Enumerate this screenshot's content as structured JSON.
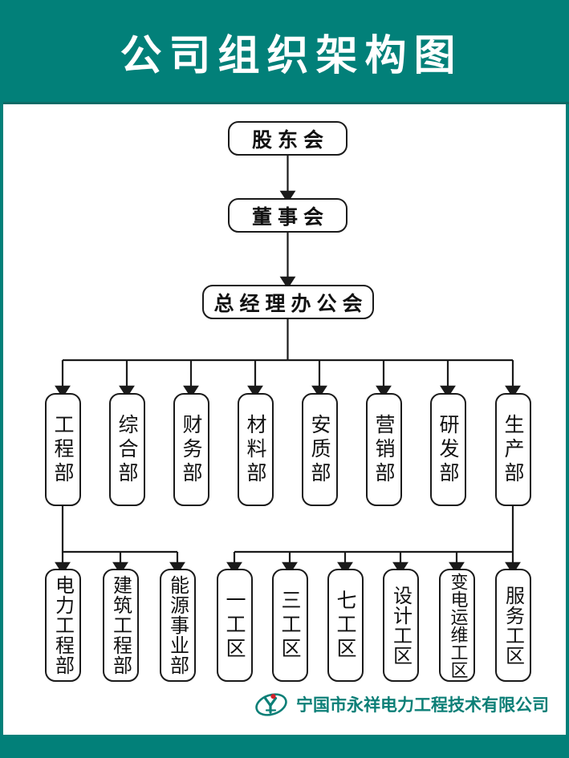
{
  "header": {
    "title": "公司组织架构图",
    "band_color": "#028079",
    "title_color": "#ffffff"
  },
  "footer": {
    "company_name": "宁国市永祥电力工程技术有限公司",
    "brand_color": "#0c7f77",
    "accent_dot_color": "#d3202a",
    "band_color": "#028079",
    "logo_icon": "yx-monogram-ellipse-logo"
  },
  "chart_data": {
    "type": "diagram",
    "title": "公司组织架构图",
    "orientation": "top-down",
    "levels": [
      {
        "level": 1,
        "nodes": [
          {
            "id": "shareholders",
            "label": "股东会",
            "orient": "horizontal"
          }
        ]
      },
      {
        "level": 2,
        "nodes": [
          {
            "id": "board",
            "label": "董事会",
            "orient": "horizontal"
          }
        ]
      },
      {
        "level": 3,
        "nodes": [
          {
            "id": "gm-office",
            "label": "总经理办公会",
            "orient": "horizontal"
          }
        ]
      },
      {
        "level": 4,
        "nodes": [
          {
            "id": "dept-engineering",
            "label": "工程部",
            "orient": "vertical"
          },
          {
            "id": "dept-general",
            "label": "综合部",
            "orient": "vertical"
          },
          {
            "id": "dept-finance",
            "label": "财务部",
            "orient": "vertical"
          },
          {
            "id": "dept-materials",
            "label": "材料部",
            "orient": "vertical"
          },
          {
            "id": "dept-safety-quality",
            "label": "安质部",
            "orient": "vertical"
          },
          {
            "id": "dept-marketing",
            "label": "营销部",
            "orient": "vertical"
          },
          {
            "id": "dept-rnd",
            "label": "研发部",
            "orient": "vertical"
          },
          {
            "id": "dept-production",
            "label": "生产部",
            "orient": "vertical"
          }
        ]
      },
      {
        "level": 5,
        "nodes": [
          {
            "id": "sub-power-eng",
            "label": "电力工程部",
            "orient": "vertical",
            "parent": "dept-engineering"
          },
          {
            "id": "sub-construction-eng",
            "label": "建筑工程部",
            "orient": "vertical",
            "parent": "dept-engineering"
          },
          {
            "id": "sub-energy-biz",
            "label": "能源事业部",
            "orient": "vertical",
            "parent": "dept-engineering"
          },
          {
            "id": "sub-work-area-1",
            "label": "一工区",
            "orient": "vertical",
            "parent": "dept-production"
          },
          {
            "id": "sub-work-area-3",
            "label": "三工区",
            "orient": "vertical",
            "parent": "dept-production"
          },
          {
            "id": "sub-work-area-7",
            "label": "七工区",
            "orient": "vertical",
            "parent": "dept-production"
          },
          {
            "id": "sub-design-area",
            "label": "设计工区",
            "orient": "vertical",
            "parent": "dept-production"
          },
          {
            "id": "sub-substation-om",
            "label": "变电运维工区",
            "orient": "vertical",
            "parent": "dept-production"
          },
          {
            "id": "sub-service-area",
            "label": "服务工区",
            "orient": "vertical",
            "parent": "dept-production"
          }
        ]
      }
    ],
    "edges": [
      {
        "from": "shareholders",
        "to": "board"
      },
      {
        "from": "board",
        "to": "gm-office"
      },
      {
        "from": "gm-office",
        "to": "dept-engineering"
      },
      {
        "from": "gm-office",
        "to": "dept-general"
      },
      {
        "from": "gm-office",
        "to": "dept-finance"
      },
      {
        "from": "gm-office",
        "to": "dept-materials"
      },
      {
        "from": "gm-office",
        "to": "dept-safety-quality"
      },
      {
        "from": "gm-office",
        "to": "dept-marketing"
      },
      {
        "from": "gm-office",
        "to": "dept-rnd"
      },
      {
        "from": "gm-office",
        "to": "dept-production"
      },
      {
        "from": "dept-engineering",
        "to": "sub-power-eng"
      },
      {
        "from": "dept-engineering",
        "to": "sub-construction-eng"
      },
      {
        "from": "dept-engineering",
        "to": "sub-energy-biz"
      },
      {
        "from": "dept-production",
        "to": "sub-work-area-1"
      },
      {
        "from": "dept-production",
        "to": "sub-work-area-3"
      },
      {
        "from": "dept-production",
        "to": "sub-work-area-7"
      },
      {
        "from": "dept-production",
        "to": "sub-design-area"
      },
      {
        "from": "dept-production",
        "to": "sub-substation-om"
      },
      {
        "from": "dept-production",
        "to": "sub-service-area"
      }
    ],
    "node_style": {
      "fill": "#ffffff",
      "stroke": "#1a1a1a",
      "text_color": "#111111",
      "corner": "rounded"
    }
  }
}
